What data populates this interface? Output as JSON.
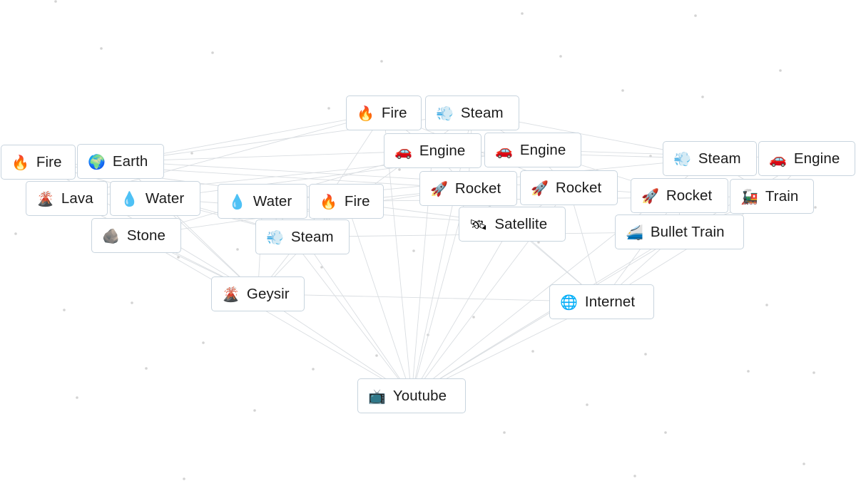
{
  "elements": [
    {
      "id": "fire-top",
      "emoji": "🔥",
      "label": "Fire",
      "icon": "fire-icon"
    },
    {
      "id": "steam-top",
      "emoji": "💨",
      "label": "Steam",
      "icon": "steam-icon"
    },
    {
      "id": "engine-1",
      "emoji": "🚗",
      "label": "Engine",
      "icon": "engine-icon"
    },
    {
      "id": "engine-2",
      "emoji": "🚗",
      "label": "Engine",
      "icon": "engine-icon"
    },
    {
      "id": "fire-left",
      "emoji": "🔥",
      "label": "Fire",
      "icon": "fire-icon"
    },
    {
      "id": "earth",
      "emoji": "🌍",
      "label": "Earth",
      "icon": "earth-icon"
    },
    {
      "id": "lava",
      "emoji": "🌋",
      "label": "Lava",
      "icon": "lava-icon"
    },
    {
      "id": "water-left",
      "emoji": "💧",
      "label": "Water",
      "icon": "water-icon"
    },
    {
      "id": "water-mid",
      "emoji": "💧",
      "label": "Water",
      "icon": "water-icon"
    },
    {
      "id": "fire-mid",
      "emoji": "🔥",
      "label": "Fire",
      "icon": "fire-icon"
    },
    {
      "id": "stone",
      "emoji": "🪨",
      "label": "Stone",
      "icon": "stone-icon"
    },
    {
      "id": "steam-mid",
      "emoji": "💨",
      "label": "Steam",
      "icon": "steam-icon"
    },
    {
      "id": "geysir",
      "emoji": "🌋",
      "label": "Geysir",
      "icon": "geysir-icon"
    },
    {
      "id": "rocket-1",
      "emoji": "🚀",
      "label": "Rocket",
      "icon": "rocket-icon"
    },
    {
      "id": "rocket-2",
      "emoji": "🚀",
      "label": "Rocket",
      "icon": "rocket-icon"
    },
    {
      "id": "satellite",
      "emoji": "🛰",
      "label": "Satellite",
      "icon": "satellite-icon"
    },
    {
      "id": "steam-right",
      "emoji": "💨",
      "label": "Steam",
      "icon": "steam-icon"
    },
    {
      "id": "engine-right",
      "emoji": "🚗",
      "label": "Engine",
      "icon": "engine-icon"
    },
    {
      "id": "rocket-3",
      "emoji": "🚀",
      "label": "Rocket",
      "icon": "rocket-icon"
    },
    {
      "id": "train",
      "emoji": "🚂",
      "label": "Train",
      "icon": "train-icon"
    },
    {
      "id": "bullet-train",
      "emoji": "🚄",
      "label": "Bullet Train",
      "icon": "bullet-train-icon"
    },
    {
      "id": "internet",
      "emoji": "🌐",
      "label": "Internet",
      "icon": "internet-icon"
    },
    {
      "id": "youtube",
      "emoji": "📺",
      "label": "Youtube",
      "icon": "youtube-icon"
    }
  ],
  "colors": {
    "background": "#ffffff",
    "node_border": "#c8d4de",
    "link": "#d9dde1",
    "dot": "#d3d3d3"
  }
}
